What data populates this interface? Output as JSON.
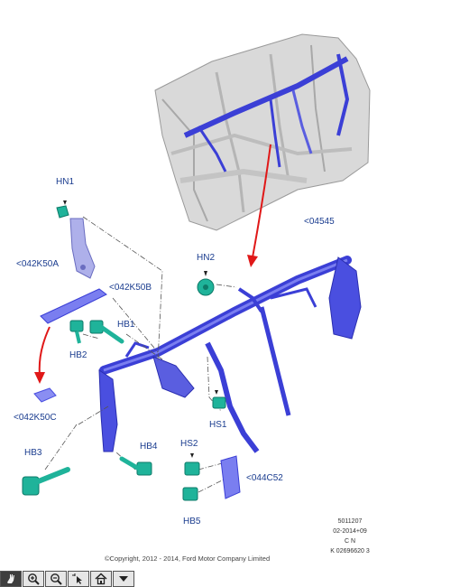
{
  "callouts": {
    "hn1": "HN1",
    "k50a": "<042K50A",
    "k50b": "<042K50B",
    "hb1": "HB1",
    "hb2": "HB2",
    "k50c": "<042K50C",
    "hn2": "HN2",
    "c04545": "<04545",
    "hs1": "HS1",
    "hs2": "HS2",
    "hb3": "HB3",
    "hb4": "HB4",
    "c044c52": "<044C52",
    "hb5": "HB5"
  },
  "reference": {
    "line1": "5011207",
    "line2": "02-2014+09",
    "line3": "C N",
    "line4": "K 02696620 3"
  },
  "copyright": "©Copyright, 2012 - 2014, Ford Motor Company Limited",
  "toolbar": {
    "buttons": [
      {
        "name": "pan-tool-button",
        "icon": "pan-icon"
      },
      {
        "name": "zoom-in-button",
        "icon": "zoom-in-icon"
      },
      {
        "name": "zoom-out-button",
        "icon": "zoom-out-icon"
      },
      {
        "name": "select-tool-button",
        "icon": "cursor-icon"
      },
      {
        "name": "home-button",
        "icon": "home-icon"
      },
      {
        "name": "dropdown-button",
        "icon": "dropdown-arrow-icon"
      }
    ]
  },
  "colors": {
    "part_blue": "#3b3fd6",
    "part_blue_light": "#7a7ef0",
    "fastener_teal": "#1fb39a",
    "arrow_red": "#e01818",
    "body_gray": "#c8c8c8",
    "callout_blue": "#1a3c8f"
  }
}
